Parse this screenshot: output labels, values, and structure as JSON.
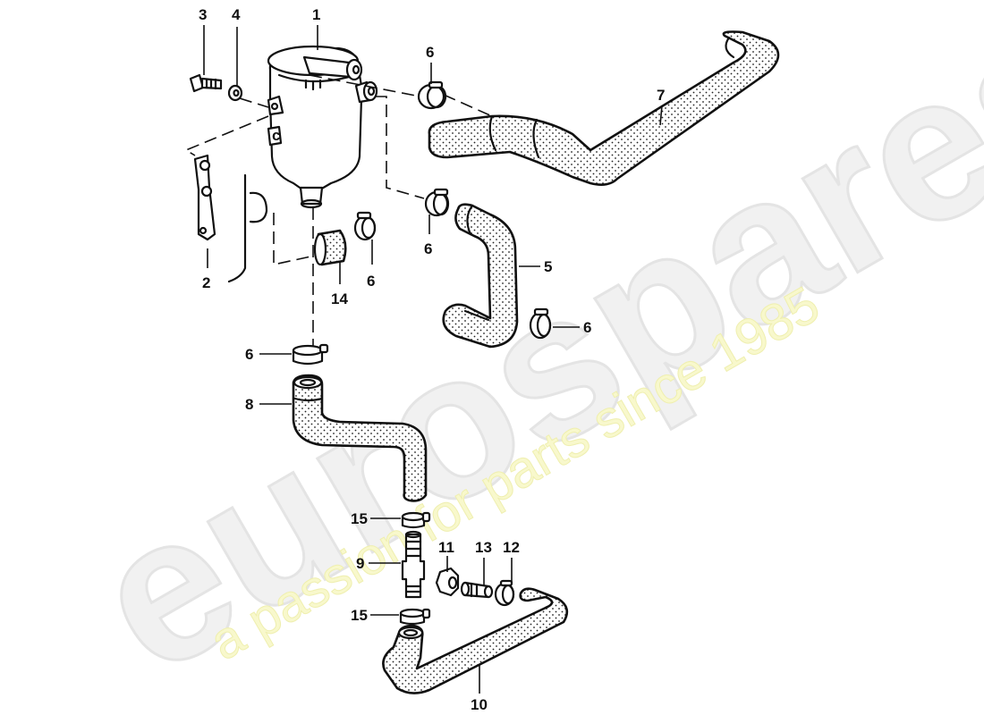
{
  "diagram": {
    "type": "exploded parts diagram",
    "subject": "crankcase breather / oil separator with hoses and clamps"
  },
  "watermark": {
    "logo": "eurospares",
    "tagline": "a passion for parts since 1985",
    "logo_color": "#e8e8e8",
    "tagline_color": "#f4f4c0"
  },
  "callouts": {
    "p1": {
      "label": "1",
      "part": "oil separator / breather housing"
    },
    "p2": {
      "label": "2",
      "part": "bracket"
    },
    "p3": {
      "label": "3",
      "part": "bolt"
    },
    "p4": {
      "label": "4",
      "part": "washer"
    },
    "p5": {
      "label": "5",
      "part": "hose (U-bend)"
    },
    "p6a": {
      "label": "6",
      "part": "hose clamp"
    },
    "p6b": {
      "label": "6",
      "part": "hose clamp"
    },
    "p6c": {
      "label": "6",
      "part": "hose clamp"
    },
    "p6d": {
      "label": "6",
      "part": "hose clamp"
    },
    "p6e": {
      "label": "6",
      "part": "hose clamp"
    },
    "p7": {
      "label": "7",
      "part": "long hose"
    },
    "p8": {
      "label": "8",
      "part": "hose (S-bend)"
    },
    "p9": {
      "label": "9",
      "part": "connector pipe"
    },
    "p10": {
      "label": "10",
      "part": "hose (lower)"
    },
    "p11": {
      "label": "11",
      "part": "nut"
    },
    "p12": {
      "label": "12",
      "part": "hose clamp (small)"
    },
    "p13": {
      "label": "13",
      "part": "nipple / fitting"
    },
    "p14": {
      "label": "14",
      "part": "hose sleeve"
    },
    "p15a": {
      "label": "15",
      "part": "hose clamp"
    },
    "p15b": {
      "label": "15",
      "part": "hose clamp"
    }
  }
}
